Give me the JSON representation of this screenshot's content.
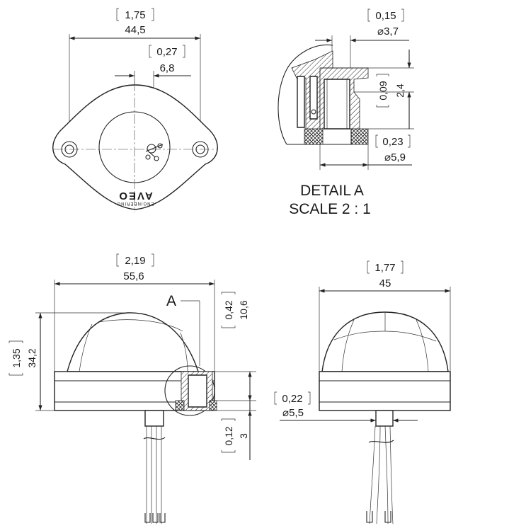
{
  "top_view": {
    "width_in": "1,75",
    "width_mm": "44,5",
    "offset_in": "0,27",
    "offset_mm": "6,8",
    "logo_text": "AVEO",
    "logo_sub": "ENGINEERING"
  },
  "detail_a": {
    "hole_in": "0,15",
    "hole_mm": "⌀3,7",
    "depth_in": "0,09",
    "depth_mm": "2,4",
    "boss_in": "0,23",
    "boss_mm": "⌀5,9",
    "title": "DETAIL A",
    "scale": "SCALE 2 : 1"
  },
  "side_view": {
    "width_in": "2,19",
    "width_mm": "55,6",
    "height_in": "1,35",
    "height_mm": "34,2",
    "base_in": "0,42",
    "base_mm": "10,6",
    "stem_in": "0,12",
    "stem_mm": "3",
    "detail_label": "A"
  },
  "front_view": {
    "width_in": "1,77",
    "width_mm": "45",
    "cable_in": "0,22",
    "cable_mm": "⌀5,5"
  },
  "colors": {
    "line": "#222222",
    "background": "#ffffff"
  }
}
